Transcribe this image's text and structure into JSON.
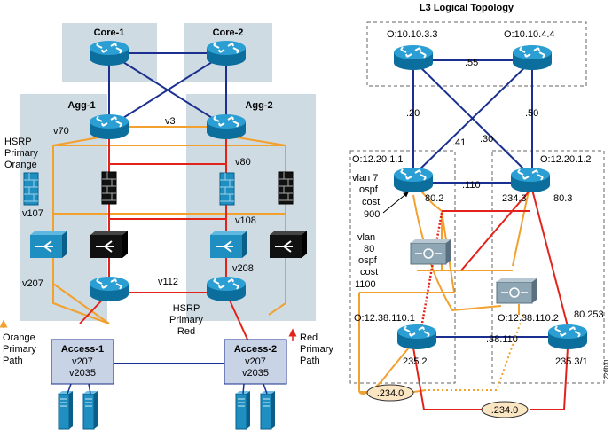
{
  "left": {
    "core1": "Core-1",
    "core2": "Core-2",
    "agg1": "Agg-1",
    "agg2": "Agg-2",
    "v3": "v3",
    "v70": "v70",
    "v80": "v80",
    "v107": "v107",
    "v108": "v108",
    "v112": "v112",
    "v207": "v207",
    "v208": "v208",
    "hsrp_orange": [
      "HSRP",
      "Primary",
      "Orange"
    ],
    "hsrp_red": [
      "HSRP",
      "Primary",
      "Red"
    ],
    "access1": {
      "title": "Access-1",
      "vlan_a": "v207",
      "vlan_b": "v2035"
    },
    "access2": {
      "title": "Access-2",
      "vlan_a": "v207",
      "vlan_b": "v2035"
    },
    "orange_path": [
      "Orange",
      "Primary",
      "Path"
    ],
    "red_path": [
      "Red",
      "Primary",
      "Path"
    ]
  },
  "right": {
    "title": "L3 Logical Topology",
    "o_10_10_3_3": "O:10.10.3.3",
    "o_10_10_4_4": "O:10.10.4.4",
    "l55": ".55",
    "l20": ".20",
    "l50": ".50",
    "l41": ".41",
    "l30": ".30",
    "o_12_20_1_1": "O:12.20.1.1",
    "o_12_20_1_2": "O:12.20.1.2",
    "l110": ".110",
    "vlan7": [
      "vlan 7",
      "ospf",
      "cost",
      "900"
    ],
    "vlan80": [
      "vlan",
      "80",
      "ospf",
      "cost",
      "1100"
    ],
    "l80_2": "80.2",
    "l234_3": "234.3",
    "l80_3": "80.3",
    "o_12_38_110_1": "O:12.38.110.1",
    "o_12_38_110_2": "O:12.38.110.2",
    "l80_253": "80.253",
    "l38_110": ".38.110",
    "l235_2": "235.2",
    "l235_3_1": "235.3/1",
    "ell_234_0_a": ".234.0",
    "ell_234_0_b": ".234.0",
    "fig_id": "220031"
  },
  "colors": {
    "blue": "#1a2f8f",
    "red": "#e2231a",
    "orange": "#f2a02e",
    "router": "#1e8fc0",
    "shade": "#cfdbe3",
    "access": "#c9d3e6",
    "ellipse": "#fbe6c4"
  }
}
